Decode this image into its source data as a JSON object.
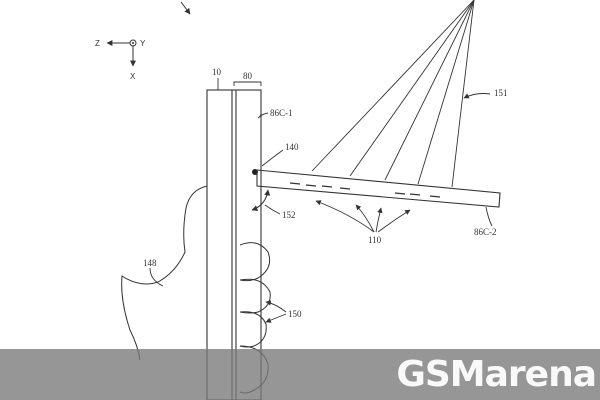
{
  "figure": {
    "axis_labels": {
      "z": "Z",
      "y": "Y",
      "x": "X"
    },
    "reference_labels": {
      "device": "10",
      "layer": "80",
      "upper_display": "86C-1",
      "hinge": "140",
      "fan": "151",
      "angle": "152",
      "hand": "148",
      "lower_display": "86C-2",
      "light_elements": "110",
      "fingers": "150"
    }
  },
  "watermark": {
    "logo_text": "GSMarena",
    "color": "#ffffff",
    "band_color": "#7a7a7a"
  }
}
